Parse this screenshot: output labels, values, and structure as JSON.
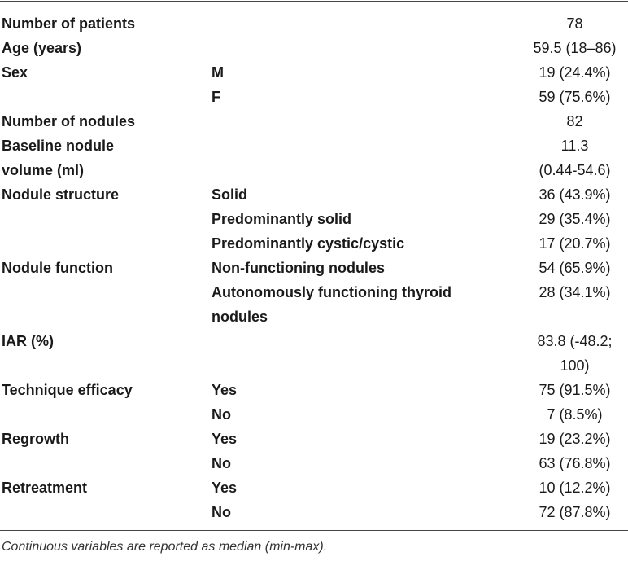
{
  "table": {
    "rows": [
      {
        "var": [
          "Number of patients"
        ],
        "cat": [],
        "val": [
          "78"
        ]
      },
      {
        "var": [
          "Age (years)"
        ],
        "cat": [],
        "val": [
          "59.5 (18–86)"
        ]
      },
      {
        "var": [
          "Sex"
        ],
        "cat": [
          "M"
        ],
        "val": [
          "19 (24.4%)"
        ]
      },
      {
        "var": [],
        "cat": [
          "F"
        ],
        "val": [
          "59 (75.6%)"
        ]
      },
      {
        "var": [
          "Number of nodules"
        ],
        "cat": [],
        "val": [
          "82"
        ]
      },
      {
        "var": [
          "Baseline nodule",
          "volume (ml)"
        ],
        "cat": [],
        "val": [
          "11.3",
          "(0.44-54.6)"
        ]
      },
      {
        "var": [
          "Nodule structure"
        ],
        "cat": [
          "Solid"
        ],
        "val": [
          "36 (43.9%)"
        ]
      },
      {
        "var": [],
        "cat": [
          "Predominantly solid"
        ],
        "val": [
          "29 (35.4%)"
        ]
      },
      {
        "var": [],
        "cat": [
          "Predominantly cystic/cystic"
        ],
        "val": [
          "17 (20.7%)"
        ]
      },
      {
        "var": [
          "Nodule function"
        ],
        "cat": [
          "Non-functioning nodules"
        ],
        "val": [
          "54 (65.9%)"
        ]
      },
      {
        "var": [],
        "cat": [
          "Autonomously functioning thyroid",
          "nodules"
        ],
        "val": [
          "28 (34.1%)"
        ]
      },
      {
        "var": [
          "IAR (%)"
        ],
        "cat": [],
        "val": [
          "83.8 (-48.2;",
          "100)"
        ]
      },
      {
        "var": [
          "Technique efficacy"
        ],
        "cat": [
          "Yes"
        ],
        "val": [
          "75 (91.5%)"
        ]
      },
      {
        "var": [],
        "cat": [
          "No"
        ],
        "val": [
          "7 (8.5%)"
        ]
      },
      {
        "var": [
          "Regrowth"
        ],
        "cat": [
          "Yes"
        ],
        "val": [
          "19 (23.2%)"
        ]
      },
      {
        "var": [],
        "cat": [
          "No"
        ],
        "val": [
          "63 (76.8%)"
        ]
      },
      {
        "var": [
          "Retreatment"
        ],
        "cat": [
          "Yes"
        ],
        "val": [
          "10 (12.2%)"
        ]
      },
      {
        "var": [],
        "cat": [
          "No"
        ],
        "val": [
          "72 (87.8%)"
        ]
      }
    ]
  },
  "footnote": "Continuous variables are reported as median (min-max)."
}
